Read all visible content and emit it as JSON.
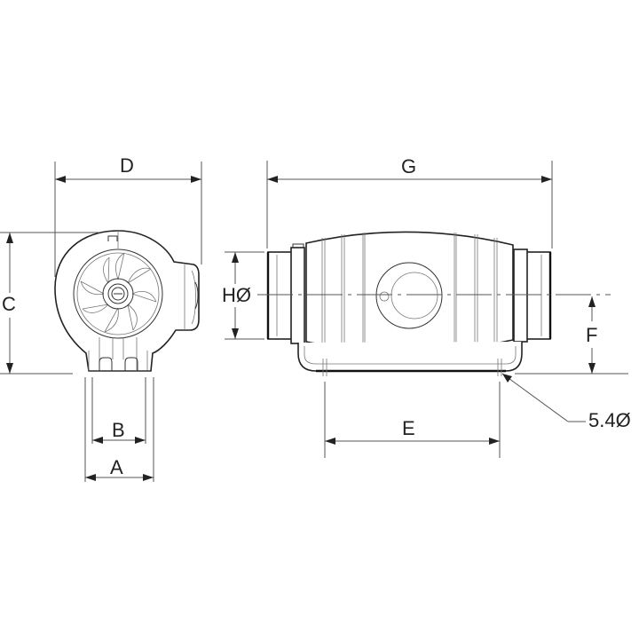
{
  "drawing": {
    "title": "Inline duct fan dimension drawing",
    "views": [
      "front-view",
      "side-view"
    ],
    "labels": {
      "A": "A",
      "B": "B",
      "C": "C",
      "D": "D",
      "E": "E",
      "F": "F",
      "G": "G",
      "H": "HØ",
      "hole": "5.4Ø"
    },
    "colors": {
      "line": "#222222",
      "dimension": "#555555",
      "background": "#ffffff"
    }
  }
}
